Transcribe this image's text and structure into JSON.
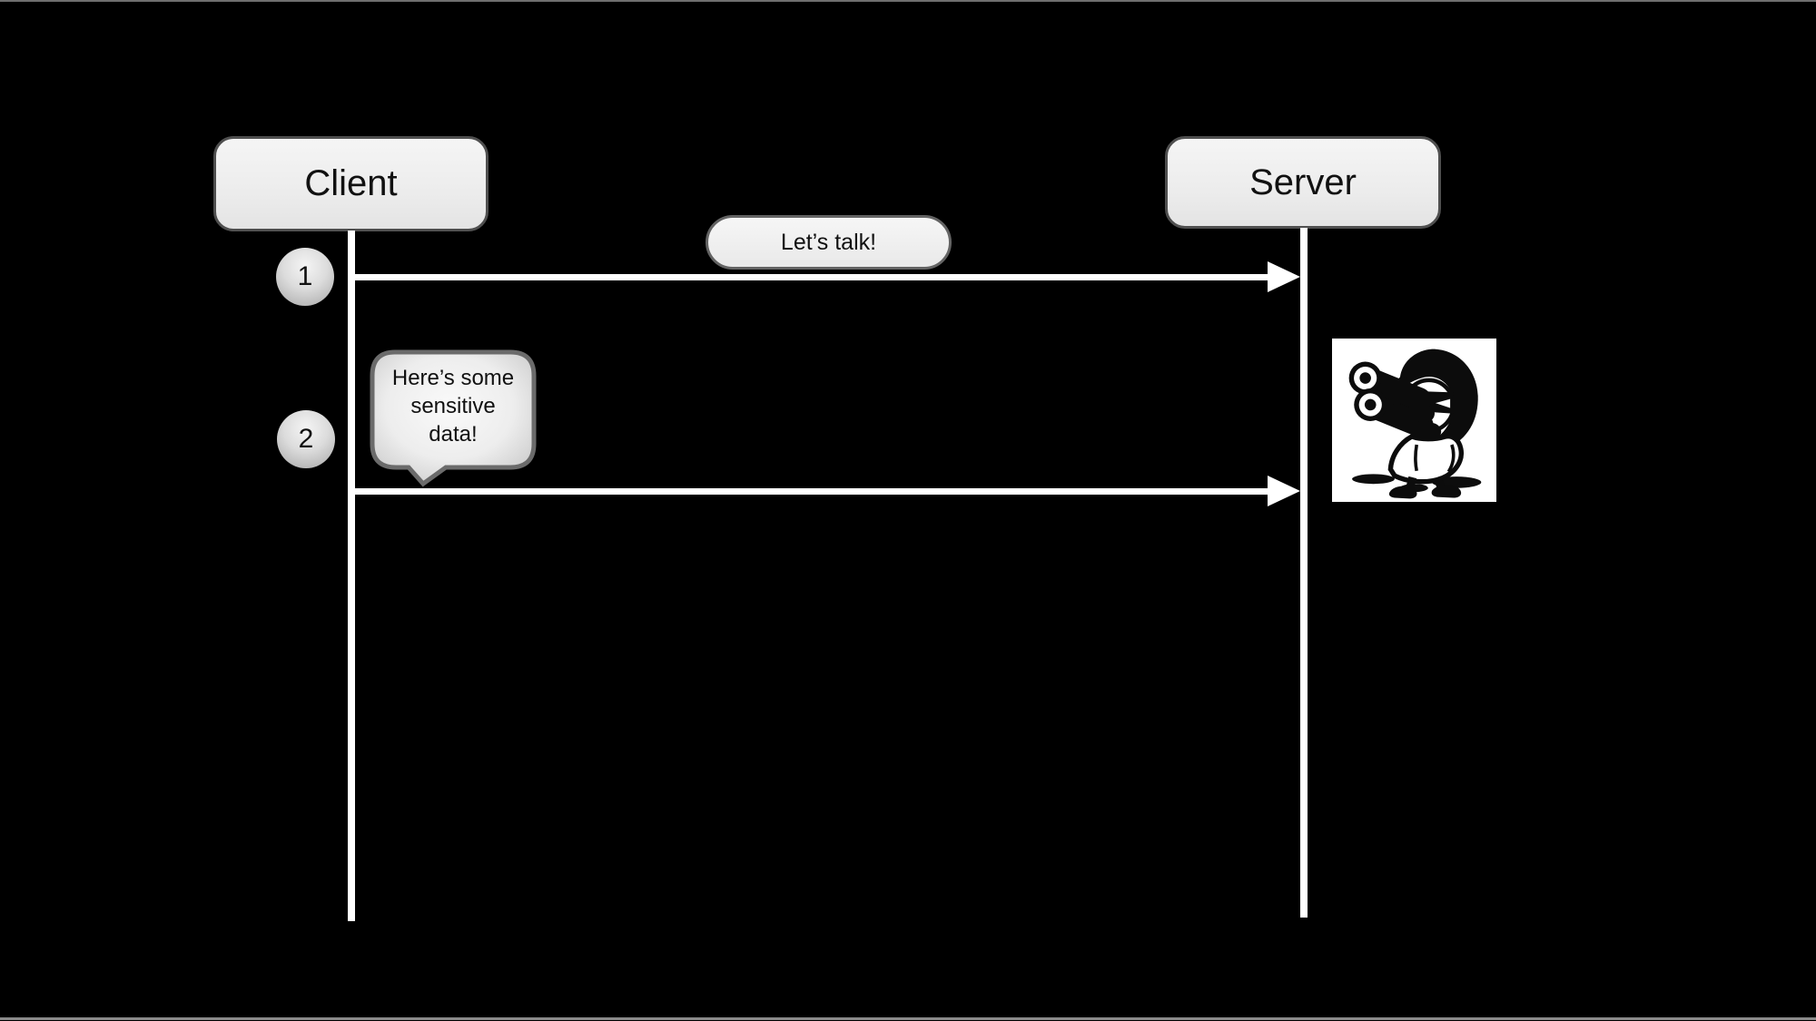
{
  "diagram": {
    "type": "sequence-diagram",
    "actors": [
      {
        "label": "Client"
      },
      {
        "label": "Server"
      }
    ],
    "messages": [
      {
        "step": "1",
        "label": "Let’s talk!",
        "from": "Client",
        "to": "Server"
      },
      {
        "step": "2",
        "label": "Here’s some\nsensitive\ndata!",
        "from": "Client",
        "to": "Server"
      }
    ],
    "eavesdropper": {
      "icon": "spy-binoculars-icon"
    }
  },
  "colors": {
    "background": "#000000",
    "line": "#ffffff",
    "box_fill": "#ededed",
    "box_border": "#4f4f4f",
    "pill_border": "#636363",
    "bubble_border": "#6b6b6b",
    "badge_fill": "#c9c9c9",
    "edge_strip": "#8b8b8b",
    "text": "#111111"
  }
}
